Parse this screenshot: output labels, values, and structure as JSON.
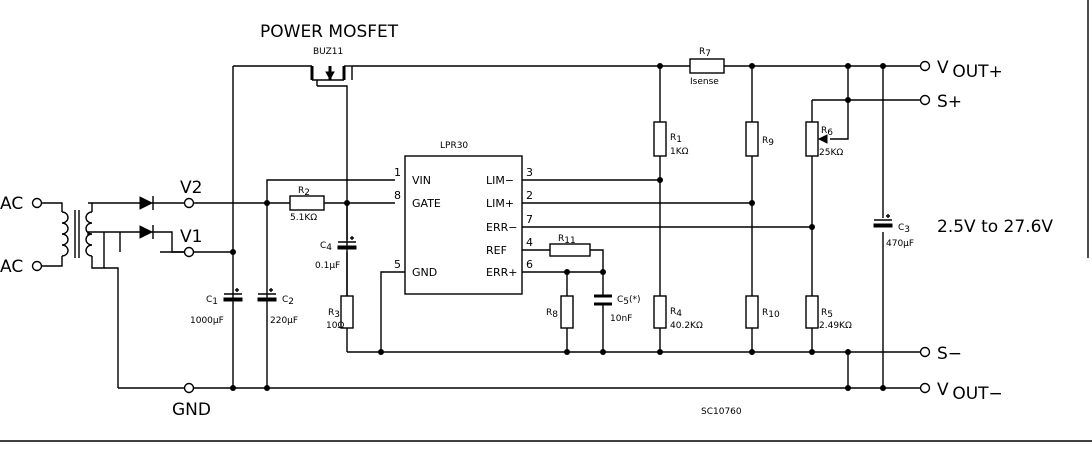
{
  "labels": {
    "title": "POWER MOSFET",
    "mosfet": "BUZ11",
    "ic": "LPR30",
    "ac_top": "AC",
    "ac_bottom": "AC",
    "v2": "V2",
    "v1": "V1",
    "gnd": "GND",
    "sc": "SC10760",
    "range": "2.5V  to  27.6V"
  },
  "ic_pins": {
    "vin": "VIN",
    "gate": "GATE",
    "gnd": "GND",
    "lim_minus": "LIM−",
    "lim_plus": "LIM+",
    "err_minus": "ERR−",
    "ref": "REF",
    "err_plus": "ERR+",
    "n1": "1",
    "n8": "8",
    "n5": "5",
    "n3": "3",
    "n2": "2",
    "n7": "7",
    "n4": "4",
    "n6": "6"
  },
  "outputs": {
    "vout_plus_v": "V",
    "vout_plus_sub": "OUT+",
    "s_plus": "S+",
    "s_minus": "S−",
    "vout_minus_v": "V",
    "vout_minus_sub": "OUT−"
  },
  "components": {
    "r1_sym": "R",
    "r1_sub": "1",
    "r1_val": "1KΩ",
    "r2_sym": "R",
    "r2_sub": "2",
    "r2_val": "5.1KΩ",
    "r3_sym": "R",
    "r3_sub": "3",
    "r3_val": "10Ω",
    "r4_sym": "R",
    "r4_sub": "4",
    "r4_val": "40.2KΩ",
    "r5_sym": "R",
    "r5_sub": "5",
    "r5_val": "2.49KΩ",
    "r6_sym": "R",
    "r6_sub": "6",
    "r6_val": "25KΩ",
    "r7_sym": "R",
    "r7_sub": "7",
    "r7_val": "Isense",
    "r8_sym": "R",
    "r8_sub": "8",
    "r9_sym": "R",
    "r9_sub": "9",
    "r10_sym": "R",
    "r10_sub": "10",
    "r11_sym": "R",
    "r11_sub": "11",
    "c1_sym": "C",
    "c1_sub": "1",
    "c1_val": "1000µF",
    "c2_sym": "C",
    "c2_sub": "2",
    "c2_val": "220µF",
    "c3_sym": "C",
    "c3_sub": "3",
    "c3_val": "470µF",
    "c4_sym": "C",
    "c4_sub": "4",
    "c4_val": "0.1µF",
    "c5_sym": "C",
    "c5_sub": "5",
    "c5_note": "(*)",
    "c5_val": "10nF"
  }
}
